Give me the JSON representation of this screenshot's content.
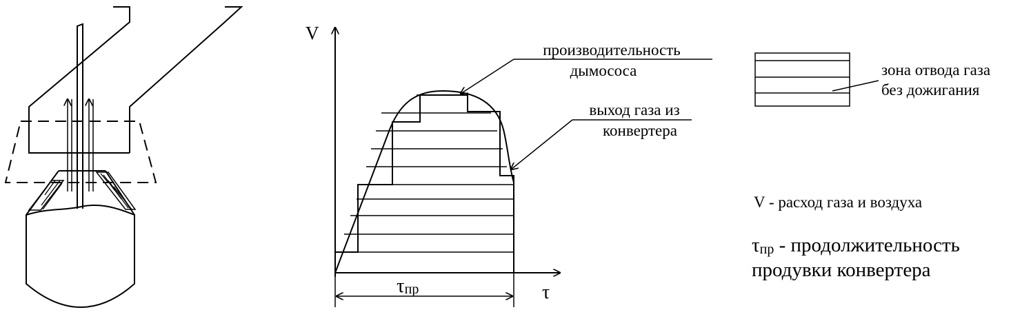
{
  "graph": {
    "axis_y_label": "V",
    "axis_x_label": "τ",
    "duration_main": "τ",
    "duration_sub": "пр"
  },
  "annotations": {
    "fan_capacity_line1": "производительность",
    "fan_capacity_line2": "дымососа",
    "gas_output_line1": "выход газа из",
    "gas_output_line2": "конвертера"
  },
  "legend": {
    "zone_line1": "зона отвода газа",
    "zone_line2": "без дожигания"
  },
  "notes": {
    "v_definition": "V - расход газа и воздуха",
    "tau_main": "τ",
    "tau_sub": "пр",
    "tau_definition_rest": " - продолжительность",
    "tau_definition_line2": "продувки конвертера"
  }
}
